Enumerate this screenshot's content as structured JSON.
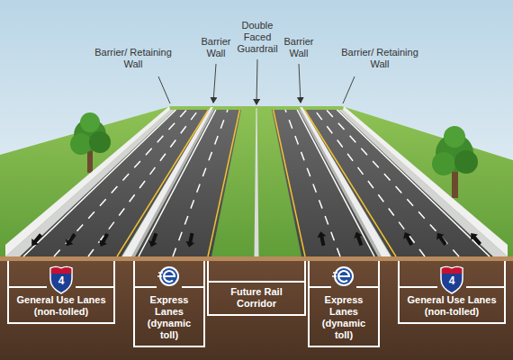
{
  "diagram": {
    "nodes": [
      {
        "text": [
          "General Use Lanes (non-tolled)"
        ]
      },
      {
        "text": [
          "Express Lanes (dynamic toll)"
        ]
      },
      {
        "text": [
          "Future Rail Corridor"
        ]
      },
      {
        "text": [
          "Express Lanes (dynamic toll)"
        ]
      },
      {
        "text": [
          "General Use Lanes (non-tolled)"
        ]
      }
    ],
    "labels": [
      "Barrier/ Retaining Wall",
      "Barrier Wall",
      "Double Faced Guardrail",
      "Barrier Wall",
      "Barrier/ Retaining Wall",
      "4",
      "4"
    ]
  }
}
